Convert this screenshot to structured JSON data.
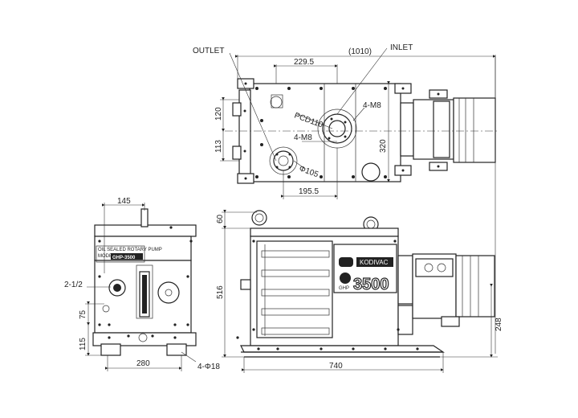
{
  "top_view": {
    "outlet_label": "OUTLET",
    "inlet_label": "INLET",
    "dim_top_1010": "(1010)",
    "dim_229_5": "229.5",
    "dim_120": "120",
    "dim_113": "113",
    "dim_320": "320",
    "dim_195_5": "195.5",
    "note_4m8_upper": "4-M8",
    "note_4m8_lower": "4-M8",
    "note_pcd110": "PCD110",
    "note_phi105": "Φ105"
  },
  "side_view": {
    "dim_145": "145",
    "dim_2_1_2": "2-1/2",
    "dim_75": "75",
    "dim_115": "115",
    "dim_280": "280",
    "note_4phi18": "4-Φ18",
    "plate_line1": "OIL SEALED ROTARY PUMP",
    "plate_line2": "MODEL",
    "plate_model": "GHP-3500"
  },
  "front_view": {
    "dim_60": "60",
    "dim_516": "516",
    "dim_248": "248",
    "dim_740": "740",
    "brand": "KODIVAC",
    "brand_sub": "GHP",
    "model_number": "3500"
  }
}
